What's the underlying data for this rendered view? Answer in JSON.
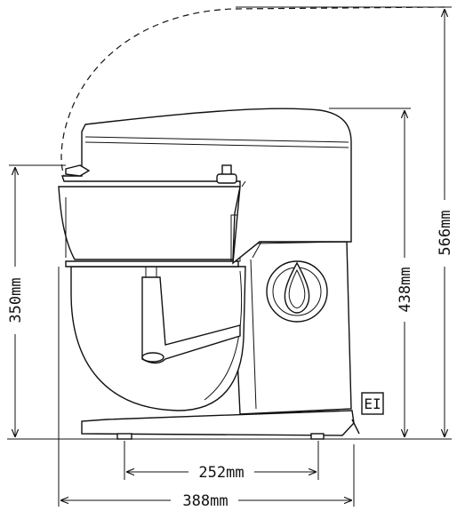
{
  "dimensions": {
    "overall_height": "566mm",
    "body_height": "438mm",
    "head_height": "350mm",
    "feet_spacing": "252mm",
    "overall_width": "388mm"
  },
  "badge": {
    "label": "EI"
  }
}
